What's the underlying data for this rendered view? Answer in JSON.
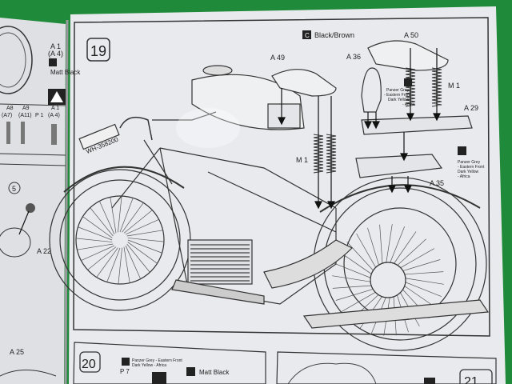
{
  "left_page": {
    "part_a1": "A 1",
    "part_a4": "(A 4)",
    "paint_matt_black": "Matt Black",
    "parts_row": [
      "A8",
      "(A7)",
      "A9",
      "(A11)",
      "P 1",
      "A 1",
      "(A 4)"
    ],
    "callout_5": "5",
    "part_a22": "A 22",
    "part_a25": "A 25"
  },
  "step19": {
    "step_number": "19",
    "paint_black_brown": "Black/Brown",
    "part_a50": "A 50",
    "part_a49": "A 49",
    "part_a36": "A 36",
    "paint_note_1": [
      "Panzer Grey",
      "- Eastern Front",
      "Dark Yellow",
      "- Africa"
    ],
    "spring_m1_left": "M 1",
    "spring_m1_right": "M 1",
    "part_a29": "A 29",
    "paint_note_2": [
      "Panzer Grey",
      "- Eastern Front",
      "Dark Yellow",
      "- Africa"
    ],
    "part_a35": "A 35",
    "license_plate": "WH-358200"
  },
  "step20": {
    "step_number": "20",
    "paint_note": [
      "Panzer Grey - Eastern Front",
      "Dark Yellow - Africa"
    ],
    "part_p7": "P 7",
    "paint_matt_black": "Matt Black"
  },
  "step21": {
    "step_number": "21"
  },
  "colors": {
    "background": "#1f8a3a",
    "paper": "#e9eaee",
    "ink": "#2a2a2a"
  }
}
